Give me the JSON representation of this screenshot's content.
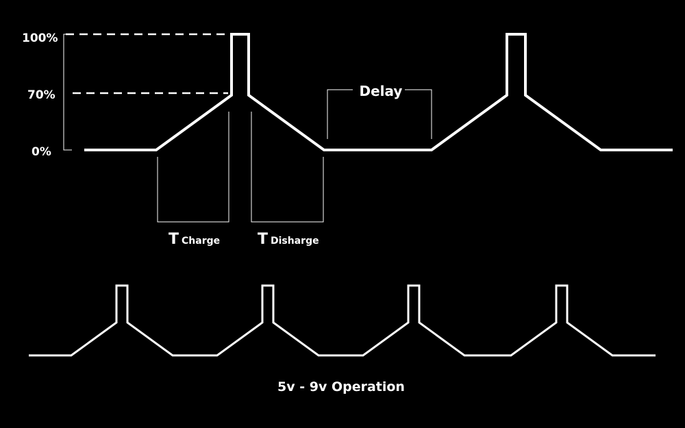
{
  "levels": {
    "high": "100%",
    "mid": "70%",
    "low": "0%"
  },
  "delay_label": "Delay",
  "t_charge": {
    "symbol": "T",
    "sub": "Charge"
  },
  "t_discharge": {
    "symbol": "T",
    "sub": "Disharge"
  },
  "caption": "5v - 9v Operation"
}
